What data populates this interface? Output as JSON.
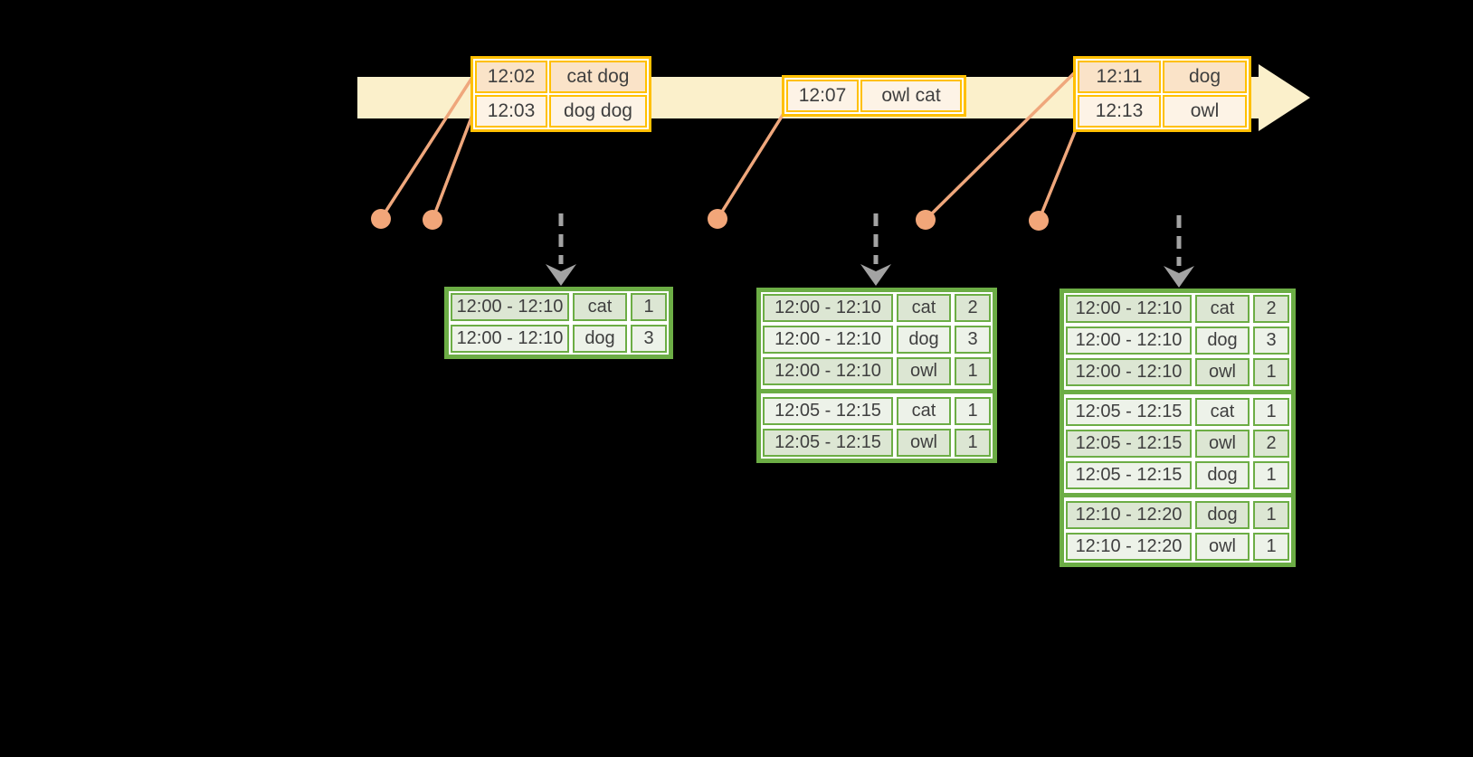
{
  "background_color": "#000000",
  "timeline": {
    "bar_color": "#FBF0CB",
    "border_color": "#FFC000",
    "event_row_colors": [
      "#FAE3C8",
      "#FDF3E6"
    ],
    "event_tables": [
      {
        "rows": [
          {
            "time": "12:02",
            "words": "cat dog"
          },
          {
            "time": "12:03",
            "words": "dog dog"
          }
        ]
      },
      {
        "rows": [
          {
            "time": "12:07",
            "words": "owl cat"
          }
        ]
      },
      {
        "rows": [
          {
            "time": "12:11",
            "words": "dog"
          },
          {
            "time": "12:13",
            "words": "owl"
          }
        ]
      }
    ]
  },
  "event_markers": {
    "dot_count": 5,
    "dot_color": "#F2A679",
    "line_color": "#EFA77C"
  },
  "trigger_arrows": {
    "count": 3,
    "color": "#A3A3A3",
    "style": "dashed-down"
  },
  "result_style": {
    "border_color": "#6CAD45",
    "row_colors": [
      "#DCE6D3",
      "#EDF2E9"
    ]
  },
  "result_tables": [
    {
      "rows": [
        {
          "window": "12:00 - 12:10",
          "word": "cat",
          "count": 1
        },
        {
          "window": "12:00 - 12:10",
          "word": "dog",
          "count": 3
        }
      ]
    },
    {
      "rows": [
        {
          "window": "12:00 - 12:10",
          "word": "cat",
          "count": 2
        },
        {
          "window": "12:00 - 12:10",
          "word": "dog",
          "count": 3
        },
        {
          "window": "12:00 - 12:10",
          "word": "owl",
          "count": 1
        },
        {
          "window": "12:05 - 12:15",
          "word": "cat",
          "count": 1
        },
        {
          "window": "12:05 - 12:15",
          "word": "owl",
          "count": 1
        }
      ]
    },
    {
      "rows": [
        {
          "window": "12:00 - 12:10",
          "word": "cat",
          "count": 2
        },
        {
          "window": "12:00 - 12:10",
          "word": "dog",
          "count": 3
        },
        {
          "window": "12:00 - 12:10",
          "word": "owl",
          "count": 1
        },
        {
          "window": "12:05 - 12:15",
          "word": "cat",
          "count": 1
        },
        {
          "window": "12:05 - 12:15",
          "word": "owl",
          "count": 2
        },
        {
          "window": "12:05 - 12:15",
          "word": "dog",
          "count": 1
        },
        {
          "window": "12:10 - 12:20",
          "word": "dog",
          "count": 1
        },
        {
          "window": "12:10 - 12:20",
          "word": "owl",
          "count": 1
        }
      ]
    }
  ]
}
